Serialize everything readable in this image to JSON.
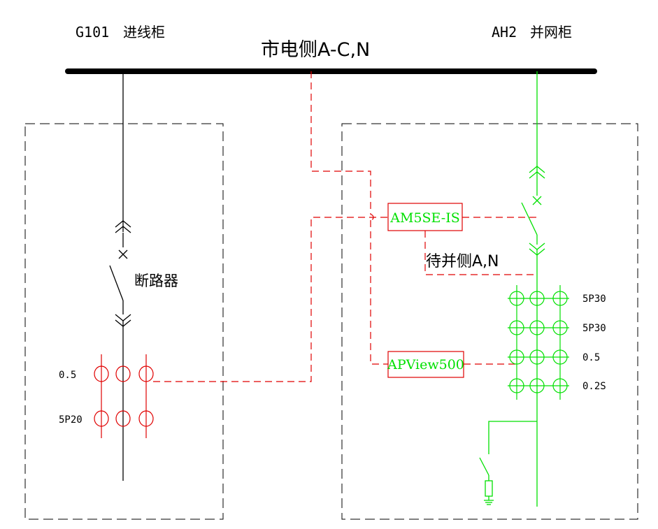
{
  "cabinets": {
    "left": {
      "code": "G101",
      "name": "进线柜"
    },
    "right": {
      "code": "AH2",
      "name": "并网柜"
    }
  },
  "busbar_label": "市电侧A-C,N",
  "breaker_label": "断路器",
  "wait_side_label": "待并侧A,N",
  "left_ct": {
    "classes": [
      "0.5",
      "5P20"
    ]
  },
  "right_ct": {
    "classes": [
      "5P30",
      "5P30",
      "0.5",
      "0.2S"
    ]
  },
  "devices": {
    "sync": "AM5SE-IS",
    "meter": "APView500"
  },
  "colors": {
    "busbar": "#000000",
    "left_circuit": "#000000",
    "right_circuit": "#00e000",
    "signal_wiring": "#e00000",
    "cabinet_border": "#000000"
  }
}
